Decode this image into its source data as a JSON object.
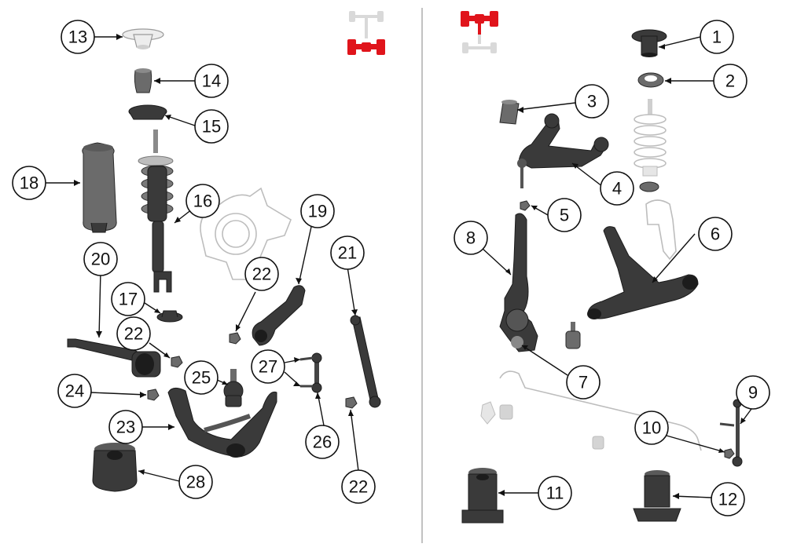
{
  "colors": {
    "axle_active": "#e0141b",
    "axle_inactive": "#d9d9d9",
    "divider": "#9a9a9a",
    "part": "#3a3a3a",
    "ghost_part": "#d8d8d8"
  },
  "axle_icons": {
    "left_panel": {
      "highlighted": "rear",
      "icon": "drivetrain-rear-axle-icon"
    },
    "right_panel": {
      "highlighted": "front",
      "icon": "drivetrain-front-axle-icon"
    }
  },
  "rear_panel": {
    "callouts": [
      "13",
      "14",
      "15",
      "16",
      "17",
      "18",
      "19",
      "20",
      "21",
      "22",
      "22",
      "22",
      "23",
      "24",
      "25",
      "26",
      "27",
      "28"
    ]
  },
  "front_panel": {
    "callouts": [
      "1",
      "2",
      "3",
      "4",
      "5",
      "6",
      "7",
      "8",
      "9",
      "10",
      "11",
      "12"
    ]
  }
}
